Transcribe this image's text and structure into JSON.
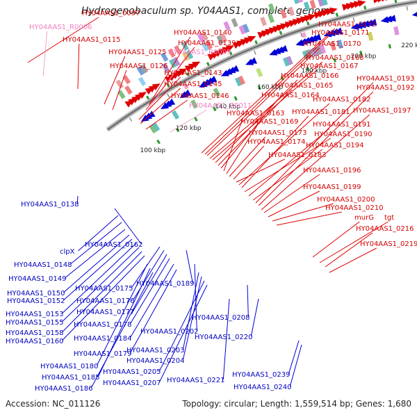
{
  "title": "Hydrogenobaculum sp. Y04AAS1, complete genome",
  "accession": "Accession: NC_011126",
  "summary": "Topology: circular; Length: 1,559,514 bp; Genes: 1,680",
  "colors": {
    "forward": "#e00000",
    "reverse": "#0000d8",
    "rna": "#f2a0c8",
    "red_label": "#d40000",
    "blue_label": "#0000c0",
    "pink_label": "#f080c0",
    "backbone": "#888888"
  },
  "ticks": [
    "100 kbp",
    "120 kbp",
    "140 kbp",
    "160 kbp",
    "180 kbp",
    "200 kbp",
    "220 kbp"
  ],
  "labels_top": [
    {
      "text": "HY04AAS1_0097",
      "kind": "forward"
    },
    {
      "text": "HY04AAS1_R0006",
      "kind": "rna"
    },
    {
      "text": "HY04AAS1_0115",
      "kind": "forward"
    },
    {
      "text": "HY04AAS1_0140",
      "kind": "forward"
    },
    {
      "text": "HY04AAS1_0139",
      "kind": "forward"
    },
    {
      "text": "HY04AAS1_0125",
      "kind": "forward"
    },
    {
      "text": "HY04AAS1_R0009",
      "kind": "rna"
    },
    {
      "text": "HY04AAS1_0126",
      "kind": "forward"
    },
    {
      "text": "HY04AAS1_0143",
      "kind": "forward"
    },
    {
      "text": "HY04AAS1_0145",
      "kind": "forward"
    },
    {
      "text": "HY04AAS1_0146",
      "kind": "forward"
    },
    {
      "text": "HY04AAS1_R0011",
      "kind": "rna"
    },
    {
      "text": "HY04AAS1_0172",
      "kind": "forward"
    },
    {
      "text": "HY04AAS1_0171",
      "kind": "forward"
    },
    {
      "text": "HY04AAS1_0170",
      "kind": "forward"
    },
    {
      "text": "HY04AAS1_0168",
      "kind": "forward"
    },
    {
      "text": "HY04AAS1_0167",
      "kind": "forward"
    },
    {
      "text": "HY04AAS1_0166",
      "kind": "forward"
    },
    {
      "text": "HY04AAS1_0165",
      "kind": "forward"
    },
    {
      "text": "HY04AAS1_0164",
      "kind": "forward"
    },
    {
      "text": "HY04AAS1_0163",
      "kind": "forward"
    },
    {
      "text": "HY04AAS1_0169",
      "kind": "forward"
    },
    {
      "text": "HY04AAS1_0173",
      "kind": "forward"
    },
    {
      "text": "HY04AAS1_0174",
      "kind": "forward"
    },
    {
      "text": "HY04AAS1_0183",
      "kind": "forward"
    },
    {
      "text": "HY04AAS1_0182",
      "kind": "forward"
    },
    {
      "text": "HY04AAS1_0181",
      "kind": "forward"
    },
    {
      "text": "HY04AAS1_0190",
      "kind": "forward"
    },
    {
      "text": "HY04AAS1_0191",
      "kind": "forward"
    },
    {
      "text": "HY04AAS1_0194",
      "kind": "forward"
    },
    {
      "text": "HY04AAS1_0193",
      "kind": "forward"
    },
    {
      "text": "HY04AAS1_0192",
      "kind": "forward"
    },
    {
      "text": "HY04AAS1_0197",
      "kind": "forward"
    },
    {
      "text": "HY04AAS1_0196",
      "kind": "forward"
    },
    {
      "text": "HY04AAS1_0199",
      "kind": "forward"
    },
    {
      "text": "HY04AAS1_0200",
      "kind": "forward"
    },
    {
      "text": "HY04AAS1_0210",
      "kind": "forward"
    },
    {
      "text": "murG",
      "kind": "forward"
    },
    {
      "text": "tgt",
      "kind": "forward"
    },
    {
      "text": "HY04AAS1_0216",
      "kind": "forward"
    },
    {
      "text": "HY04AAS1_0219",
      "kind": "forward"
    }
  ],
  "labels_bottom": [
    {
      "text": "HY04AAS1_0138",
      "kind": "reverse"
    },
    {
      "text": "HY04AAS1_0162",
      "kind": "reverse"
    },
    {
      "text": "clpX",
      "kind": "reverse"
    },
    {
      "text": "HY04AAS1_0148",
      "kind": "reverse"
    },
    {
      "text": "HY04AAS1_0149",
      "kind": "reverse"
    },
    {
      "text": "HY04AAS1_0150",
      "kind": "reverse"
    },
    {
      "text": "HY04AAS1_0152",
      "kind": "reverse"
    },
    {
      "text": "HY04AAS1_0175",
      "kind": "reverse"
    },
    {
      "text": "HY04AAS1_0176",
      "kind": "reverse"
    },
    {
      "text": "HY04AAS1_0189",
      "kind": "reverse"
    },
    {
      "text": "HY04AAS1_0177",
      "kind": "reverse"
    },
    {
      "text": "HY04AAS1_0153",
      "kind": "reverse"
    },
    {
      "text": "HY04AAS1_0155",
      "kind": "reverse"
    },
    {
      "text": "HY04AAS1_0178",
      "kind": "reverse"
    },
    {
      "text": "HY04AAS1_0158",
      "kind": "reverse"
    },
    {
      "text": "HY04AAS1_0202",
      "kind": "reverse"
    },
    {
      "text": "HY04AAS1_0208",
      "kind": "reverse"
    },
    {
      "text": "HY04AAS1_0160",
      "kind": "reverse"
    },
    {
      "text": "HY04AAS1_0184",
      "kind": "reverse"
    },
    {
      "text": "HY04AAS1_0220",
      "kind": "reverse"
    },
    {
      "text": "HY04AAS1_0179",
      "kind": "reverse"
    },
    {
      "text": "HY04AAS1_0203",
      "kind": "reverse"
    },
    {
      "text": "HY04AAS1_0180",
      "kind": "reverse"
    },
    {
      "text": "HY04AAS1_0204",
      "kind": "reverse"
    },
    {
      "text": "HY04AAS1_0185",
      "kind": "reverse"
    },
    {
      "text": "HY04AAS1_0205",
      "kind": "reverse"
    },
    {
      "text": "HY04AAS1_0239",
      "kind": "reverse"
    },
    {
      "text": "HY04AAS1_0186",
      "kind": "reverse"
    },
    {
      "text": "HY04AAS1_0207",
      "kind": "reverse"
    },
    {
      "text": "HY04AAS1_0221",
      "kind": "reverse"
    },
    {
      "text": "HY04AAS1_0240",
      "kind": "reverse"
    }
  ]
}
